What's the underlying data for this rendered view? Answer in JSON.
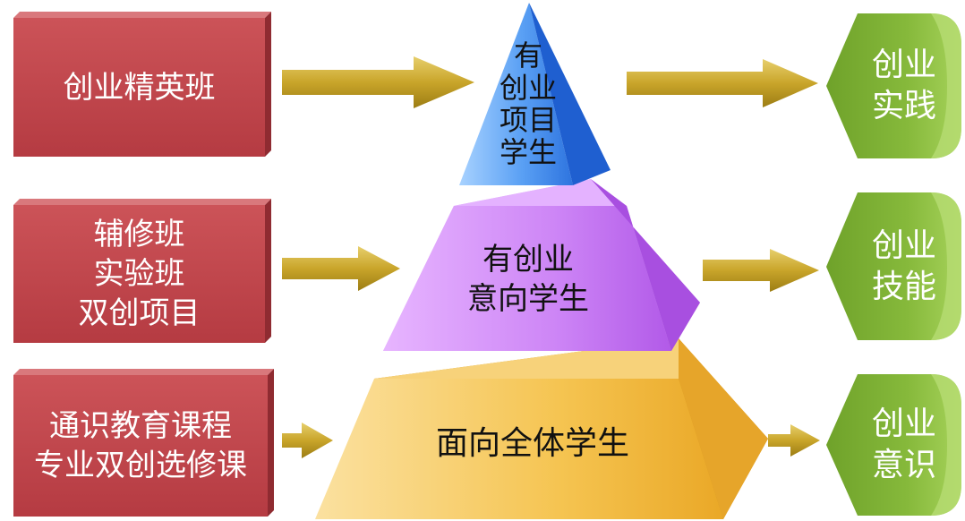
{
  "left_boxes": [
    {
      "lines": [
        "创业精英班"
      ]
    },
    {
      "lines": [
        "辅修班",
        "实验班",
        "双创项目"
      ]
    },
    {
      "lines": [
        "通识教育课程",
        "专业双创选修课"
      ]
    }
  ],
  "pyramid": {
    "top": {
      "lines": [
        "有",
        "创",
        "业",
        "项",
        "目",
        "学",
        "生"
      ]
    },
    "middle": {
      "lines": [
        "有创业",
        "意向学生"
      ]
    },
    "bottom": {
      "lines": [
        "面向全体学生"
      ]
    }
  },
  "right_boxes": [
    {
      "lines": [
        "创业",
        "实践"
      ]
    },
    {
      "lines": [
        "创业",
        "技能"
      ]
    },
    {
      "lines": [
        "创业",
        "意识"
      ]
    }
  ],
  "colors": {
    "red_box": "#c0464c",
    "arrow": "#c9a52a",
    "top_tier": "#3f86e8",
    "middle_tier": "#c56cf0",
    "bottom_tier": "#f1b93a",
    "green_box": "#7fb234"
  }
}
